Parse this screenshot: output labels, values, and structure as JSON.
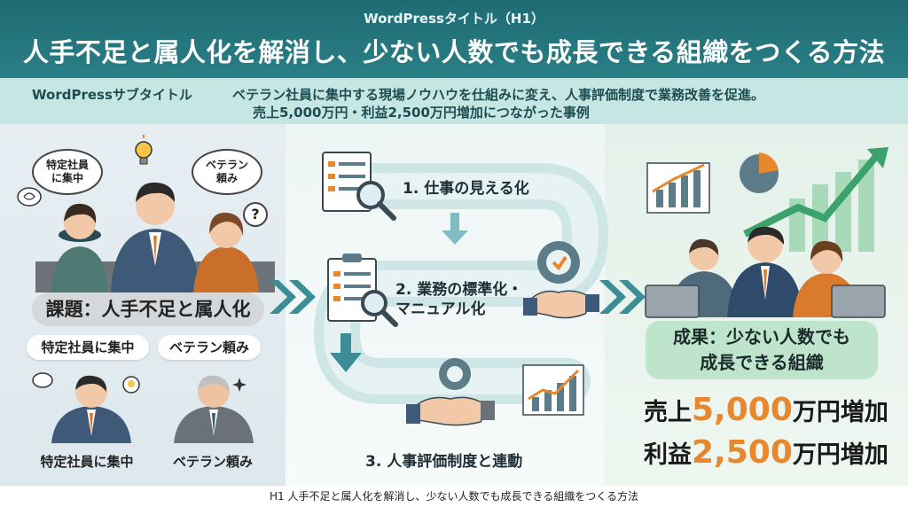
{
  "header": {
    "h1_caption": "WordPressタイトル（H1）",
    "h1_title": "人手不足と属人化を解消し、少ない人数でも成長できる組織をつくる方法"
  },
  "subtitle": {
    "label": "WordPressサブタイトル",
    "line1": "ベテラン社員に集中する現場ノウハウを仕組みに変え、人事評価制度で業務改善を促進。",
    "line2": "売上5,000万円・利益2,500万円増加につながった事例"
  },
  "problem": {
    "bubble_left": "特定社員\nに集中",
    "bubble_right": "ベテラン\n頼み",
    "question_mark": "?",
    "band": "課題：人手不足と属人化",
    "pill_left": "特定社員に集中",
    "pill_right": "ベテラン頼み",
    "caption_left": "特定社員に集中",
    "caption_right": "ベテラン頼み"
  },
  "steps": [
    {
      "label": "1. 仕事の見える化"
    },
    {
      "label": "2. 業務の標準化・\nマニュアル化"
    },
    {
      "label": "3. 人事評価制度と連動"
    }
  ],
  "result": {
    "box_line1": "成果：少ない人数でも",
    "box_line2": "成長できる組織",
    "sales_label": "売上",
    "sales_value": "5,000",
    "sales_unit": "万円増加",
    "profit_label": "利益",
    "profit_value": "2,500",
    "profit_unit": "万円増加"
  },
  "footer": {
    "text": "H1 人手不足と属人化を解消し、少ない人数でも成長できる組織をつくる方法"
  },
  "colors": {
    "header_teal": "#1f6b73",
    "subtitle_mint": "#c5e6e2",
    "arrow_teal": "#3b8d96",
    "accent_orange": "#e8882e",
    "result_green": "#bfe4cc"
  }
}
